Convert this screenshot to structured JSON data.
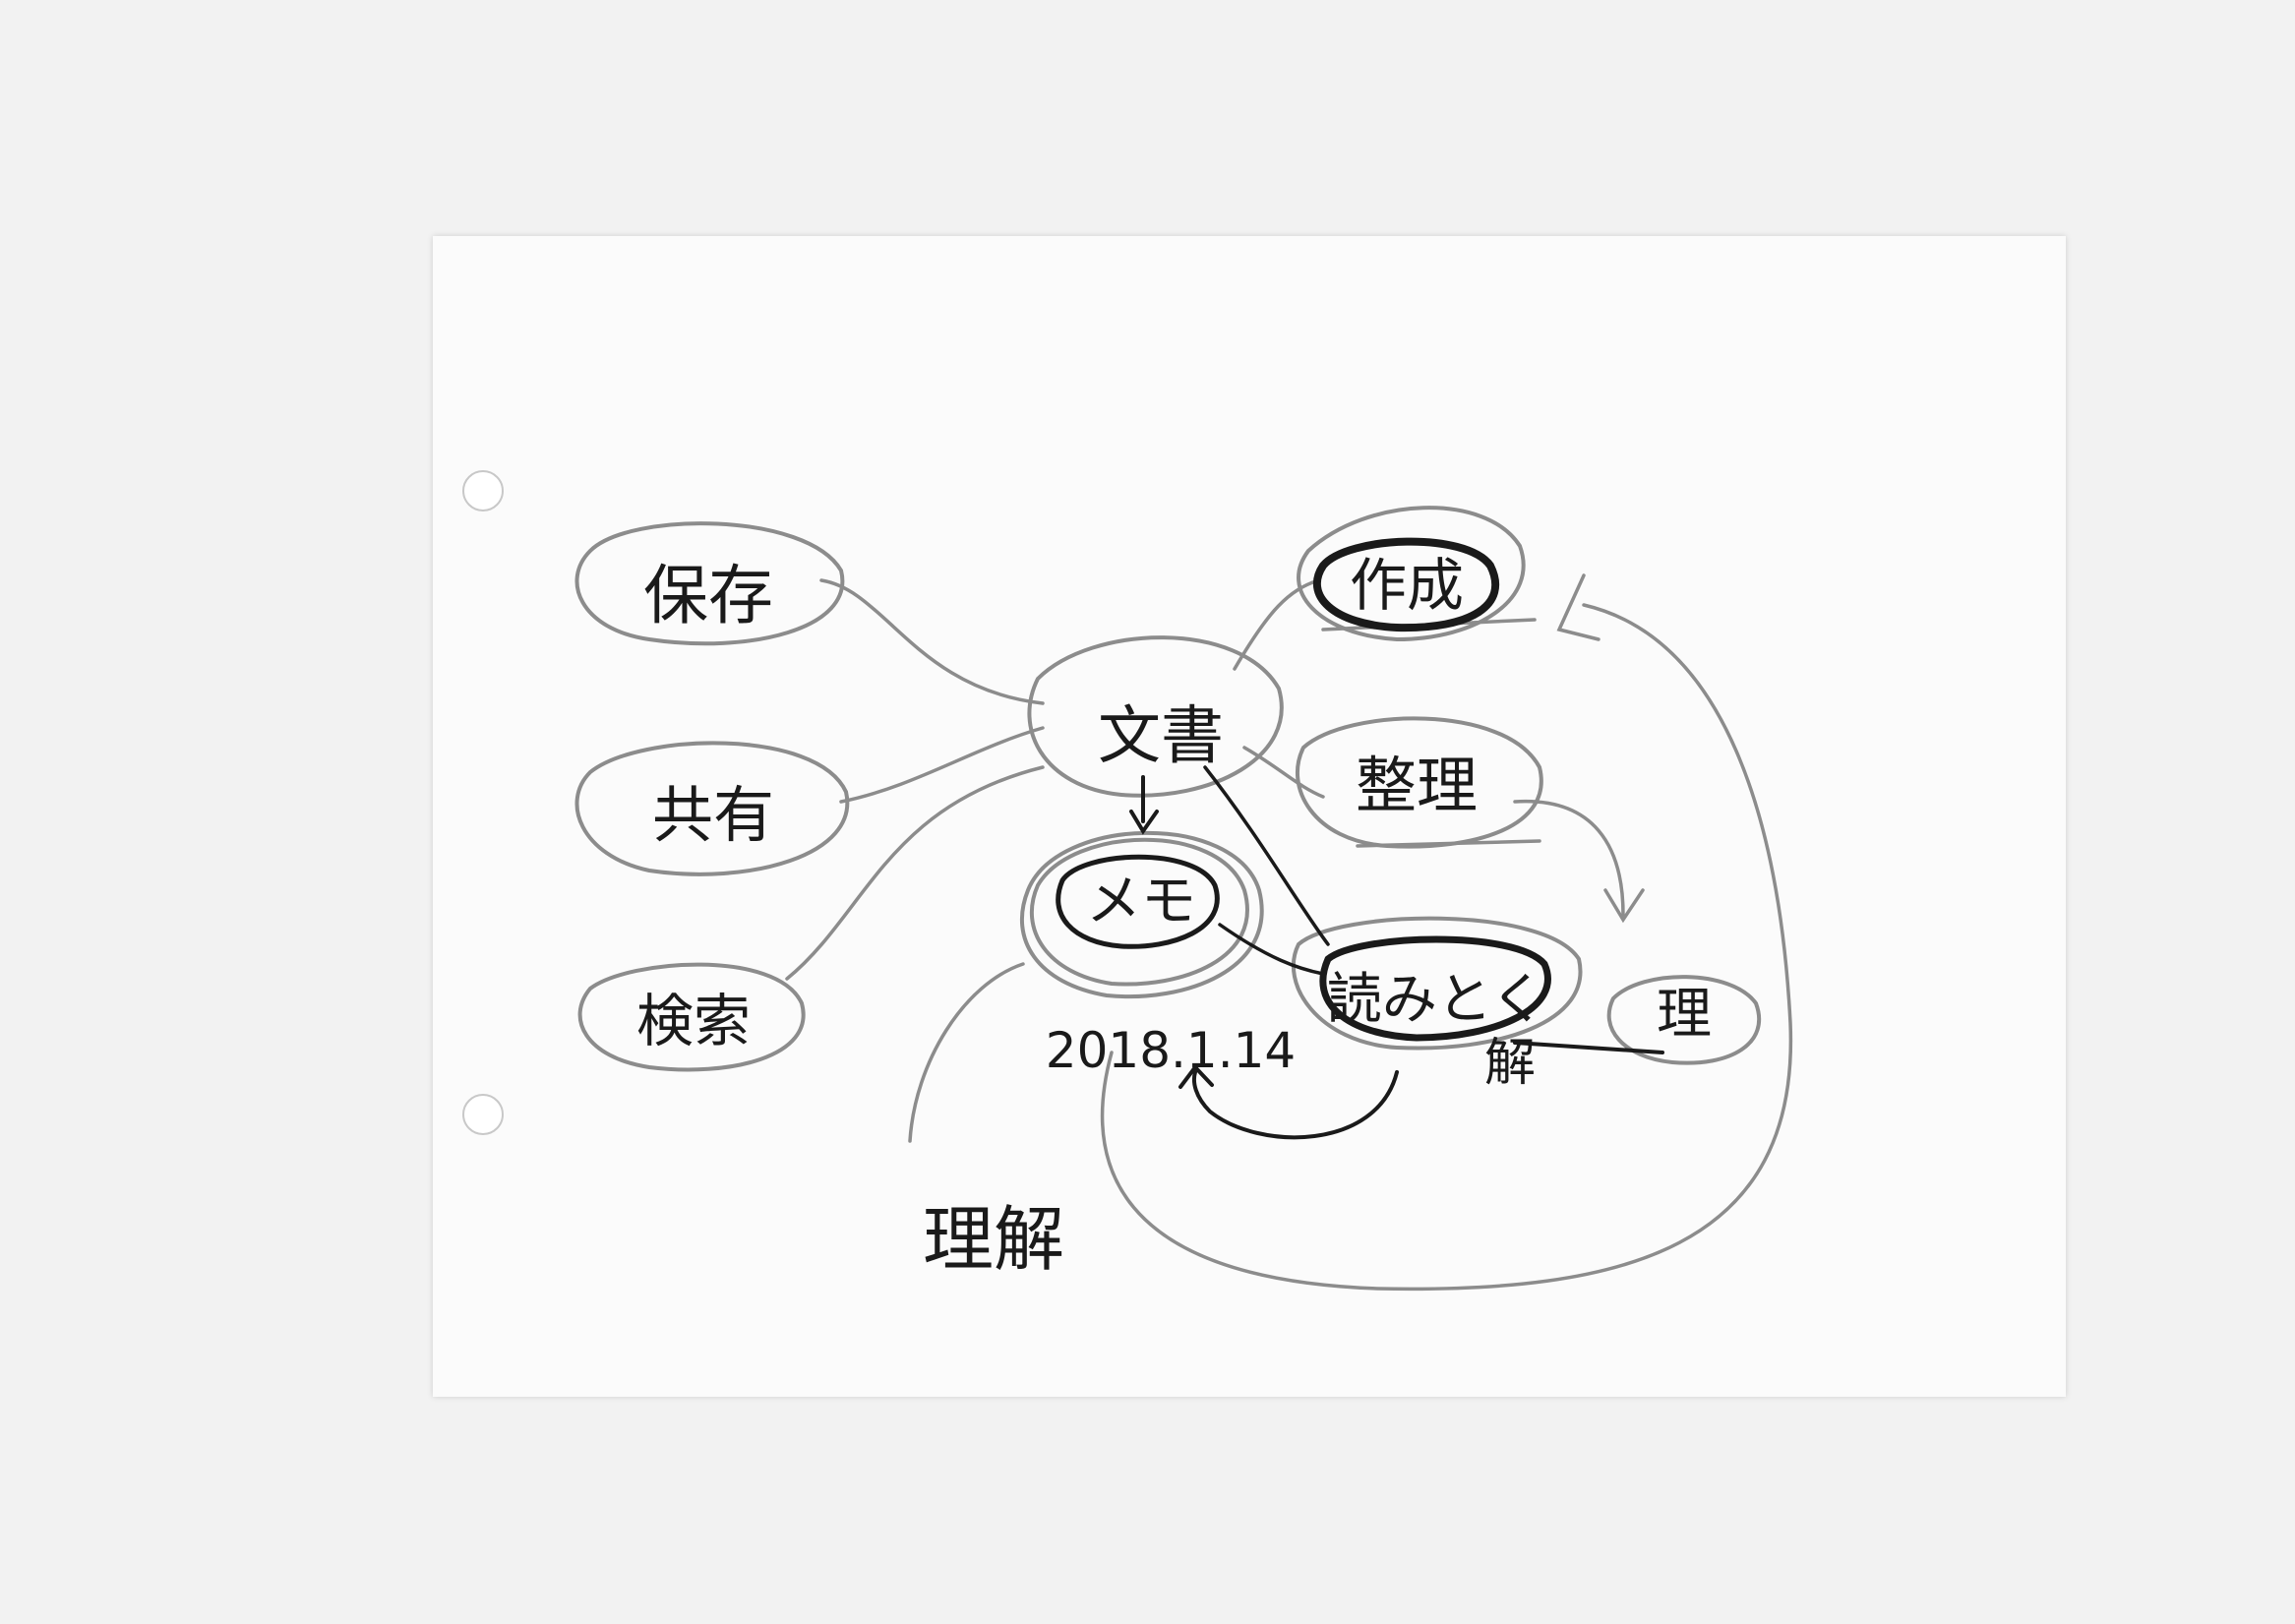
{
  "diagram": {
    "center_node": "文書",
    "memo_node": "メモ",
    "left_nodes": [
      "保存",
      "共有",
      "検索"
    ],
    "right_nodes": [
      "作成",
      "整理",
      "読みとく",
      "理"
    ],
    "annotation_kai": "解",
    "date_label": "2018.1.14",
    "understanding_label": "理解"
  },
  "colors": {
    "ink": "#1a1a1a",
    "pencil": "#8a8a8a",
    "paper": "#fbfbfb",
    "background": "#f2f2f2"
  }
}
